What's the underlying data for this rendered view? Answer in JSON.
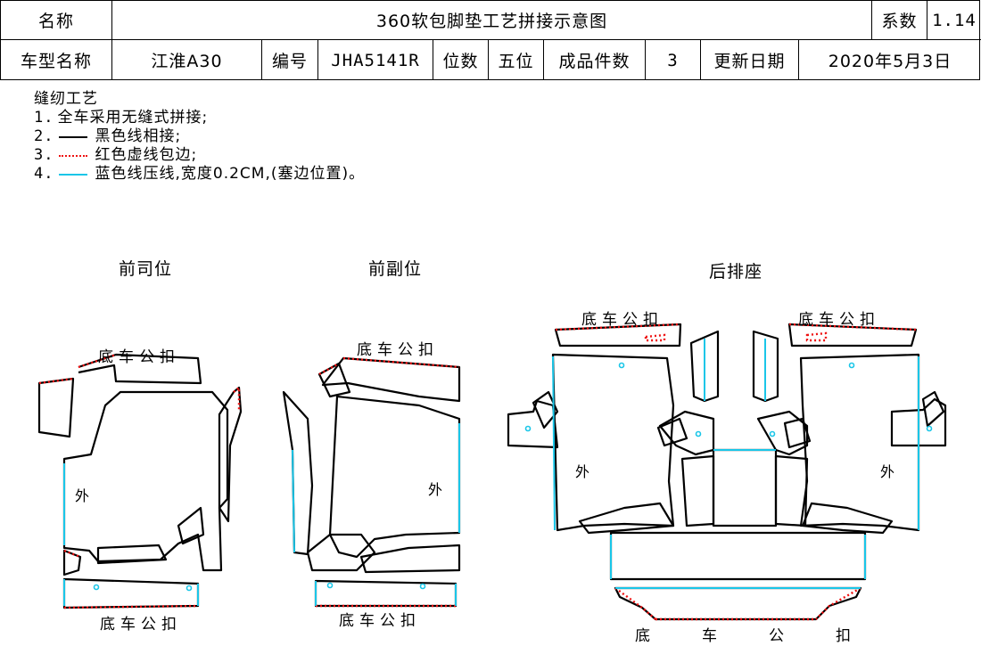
{
  "header": {
    "name_label": "名称",
    "title": "360软包脚垫工艺拼接示意图",
    "coef_label": "系数",
    "coef_value": "1.14",
    "model_label": "车型名称",
    "model_value": "江淮A30",
    "code_label": "编号",
    "code_value": "JHA5141R",
    "seats_label": "位数",
    "seats_value": "五位",
    "pieces_label": "成品件数",
    "pieces_value": "3",
    "date_label": "更新日期",
    "date_value": "2020年5月3日"
  },
  "notes": {
    "title": "缝纫工艺",
    "items": [
      {
        "num": "1.",
        "text": "全车采用无缝式拼接;"
      },
      {
        "num": "2.",
        "text": "黑色线相接;"
      },
      {
        "num": "3.",
        "text": "红色虚线包边;"
      },
      {
        "num": "4.",
        "text": "蓝色线压线,宽度0.2CM,(塞边位置)。"
      }
    ]
  },
  "sections": {
    "driver": "前司位",
    "passenger": "前副位",
    "rear": "后排座"
  },
  "markers": {
    "clip": "底车公扣",
    "outer": "外"
  },
  "colors": {
    "seam_black": "#000000",
    "edge_red": "#e11111",
    "press_blue": "#1ac6e8"
  }
}
